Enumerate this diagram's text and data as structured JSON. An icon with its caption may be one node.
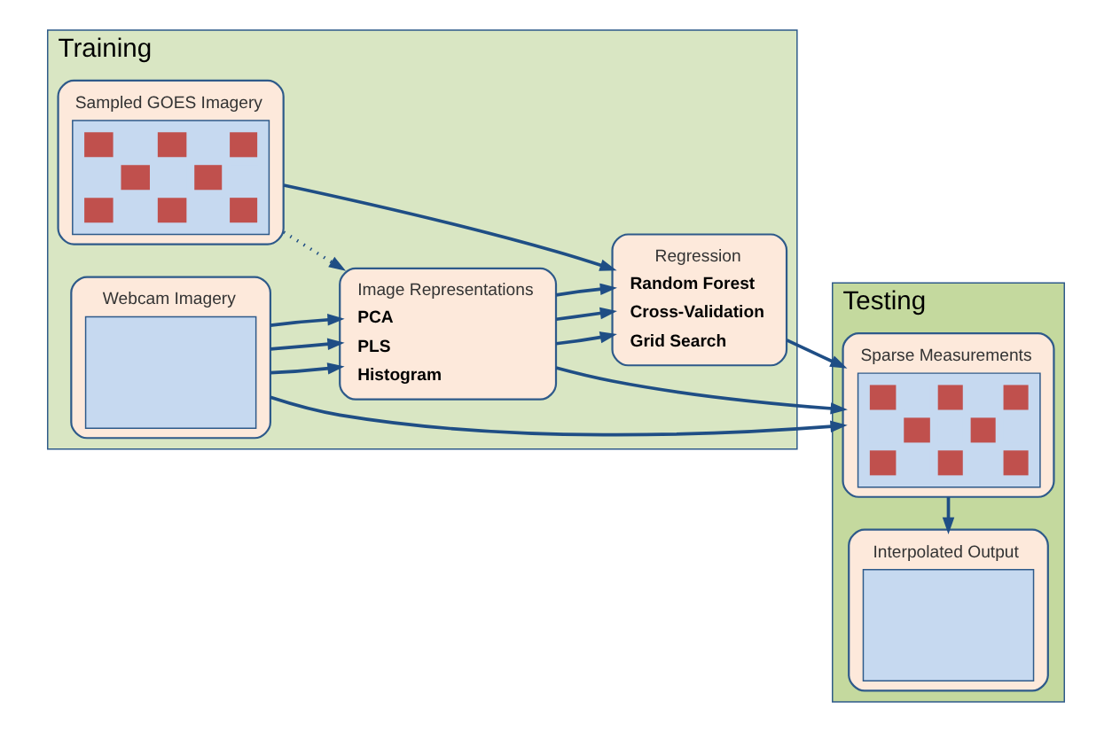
{
  "diagram": {
    "nodes": [
      {
        "text": [
          "Training"
        ]
      },
      {
        "text": [
          "Webcam Imagery"
        ],
        "in": 0
      },
      {
        "text": [
          "Image Representations",
          "PCA",
          "PLS",
          "Histogram"
        ],
        "in": 0
      },
      {
        "text": [
          "Sampled GOES Imagery"
        ],
        "in": 0
      },
      {
        "text": [
          "Regression",
          "Random Forest",
          "Cross-Validation",
          "Grid Search"
        ],
        "in": 0
      },
      {
        "text": [
          "Testing"
        ]
      },
      {
        "text": [
          "Sparse Measurements"
        ],
        "in": 5
      },
      {
        "text": [
          "Interpolated Output"
        ],
        "in": 5
      }
    ],
    "edges": [
      {
        "from": 1,
        "to": 2,
        "arrow": "to"
      },
      {
        "from": 1,
        "to": 2,
        "arrow": "to"
      },
      {
        "from": 1,
        "to": 2,
        "arrow": "to"
      },
      {
        "from": 1,
        "to": 6,
        "arrow": "to"
      },
      {
        "from": 3,
        "to": 2,
        "arrow": "to",
        "style": "dashed"
      },
      {
        "from": 3,
        "to": 4,
        "arrow": "to"
      },
      {
        "from": 2,
        "to": 4,
        "arrow": "to"
      },
      {
        "from": 2,
        "to": 4,
        "arrow": "to"
      },
      {
        "from": 2,
        "to": 4,
        "arrow": "to"
      },
      {
        "from": 2,
        "to": 6,
        "arrow": "to"
      },
      {
        "from": 4,
        "to": 6,
        "arrow": "to"
      },
      {
        "from": 6,
        "to": 7,
        "arrow": "to"
      }
    ]
  }
}
